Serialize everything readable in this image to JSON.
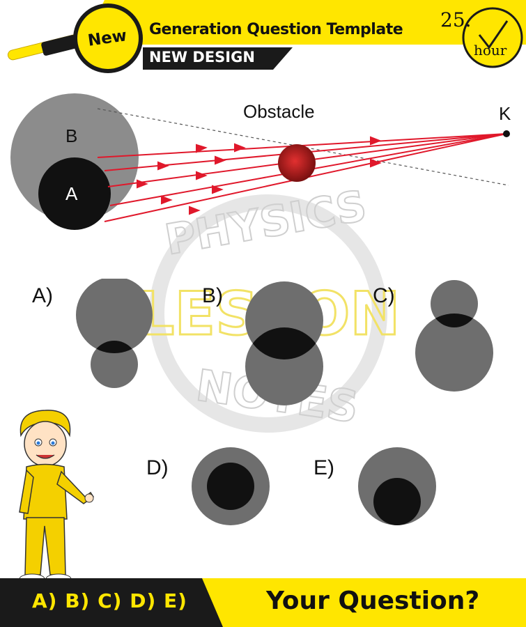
{
  "header": {
    "badge": "New",
    "title": "Generation Question Template",
    "subtitle": "NEW DESIGN",
    "clock_number": "25.",
    "clock_unit": "hour"
  },
  "diagram": {
    "label_b": "B",
    "label_a": "A",
    "label_obstacle": "Obstacle",
    "label_k": "K"
  },
  "options": {
    "a": "A)",
    "b": "B)",
    "c": "C)",
    "d": "D)",
    "e": "E)"
  },
  "watermark": {
    "line1": "PHYSICS",
    "line2": "LESSON",
    "line3": "NOTES"
  },
  "footer": {
    "answers": "A) B) C) D) E)",
    "question": "Your Question?"
  },
  "colors": {
    "yellow": "#ffe600",
    "dark": "#1a1a1a",
    "gray": "#6e6e6e",
    "ray_red": "#e0182b"
  }
}
